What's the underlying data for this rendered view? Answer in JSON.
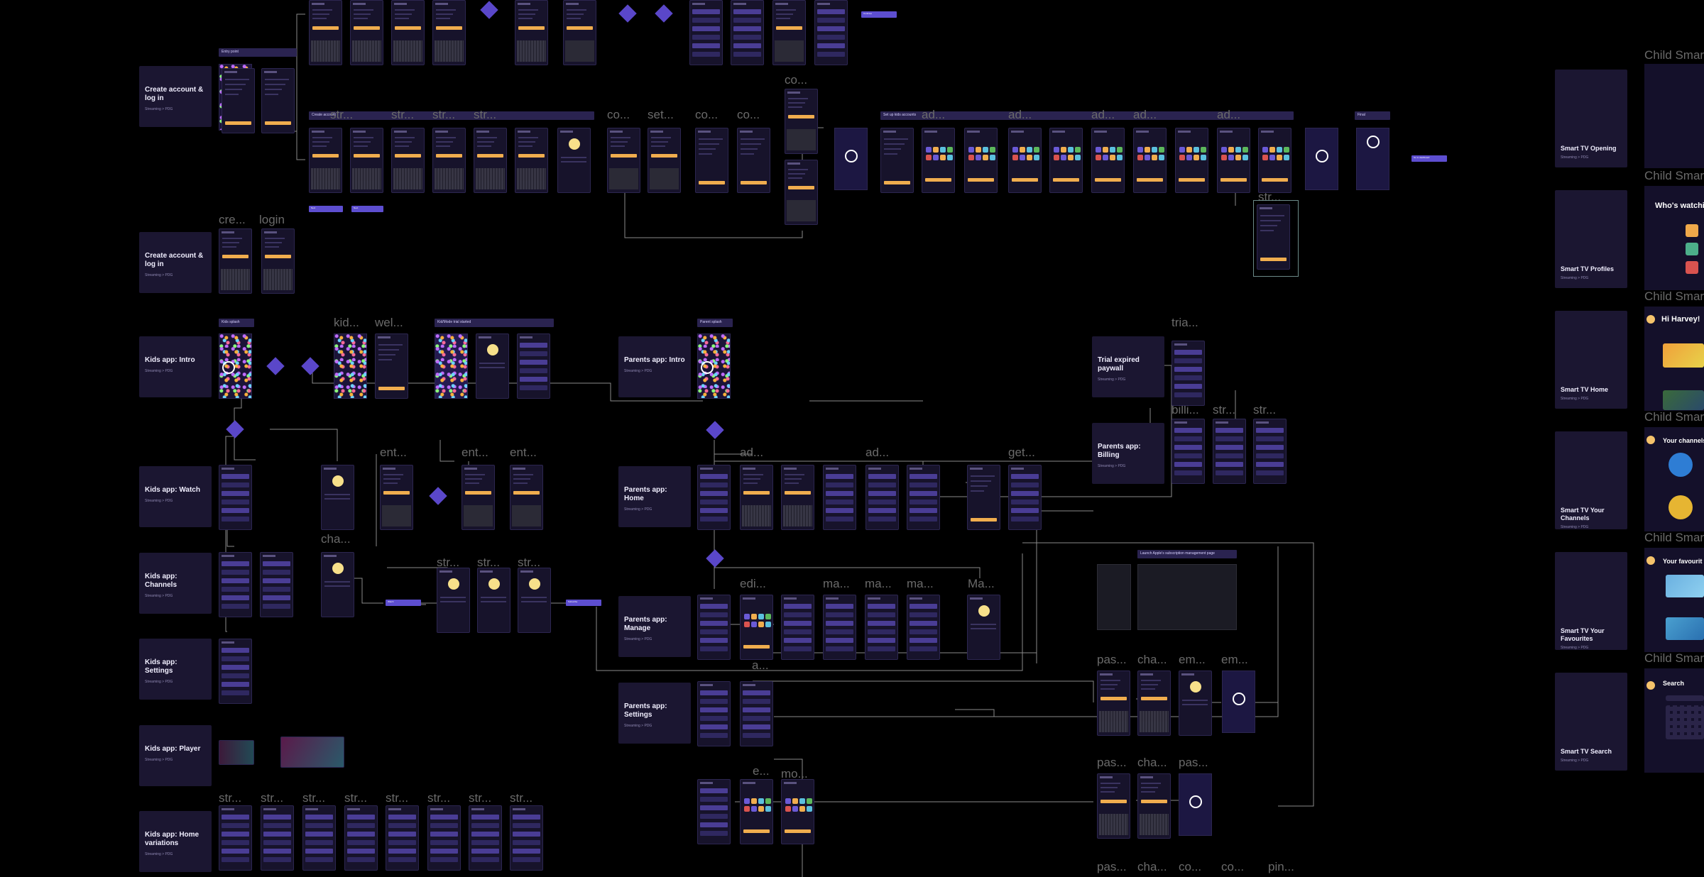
{
  "colors": {
    "background": "#000000",
    "card": "#1b1631",
    "accent": "#5d4ed0",
    "button": "#f0ad4e",
    "stub_text": "#6a6a6a"
  },
  "section_cards": [
    {
      "title": "Create account & log in",
      "subtitle": "Streaming > PDG"
    },
    {
      "title": "Create account & log in",
      "subtitle": "Streaming > PDG"
    },
    {
      "title": "Kids app: Intro",
      "subtitle": "Streaming > PDG"
    },
    {
      "title": "Kids app: Watch",
      "subtitle": "Streaming > PDG"
    },
    {
      "title": "Kids app: Channels",
      "subtitle": "Streaming > PDG"
    },
    {
      "title": "Kids app: Settings",
      "subtitle": "Streaming > PDG"
    },
    {
      "title": "Kids app: Player",
      "subtitle": "Streaming > PDG"
    },
    {
      "title": "Kids app: Home variations",
      "subtitle": "Streaming > PDG"
    },
    {
      "title": "Parents app: Intro",
      "subtitle": "Streaming > PDG"
    },
    {
      "title": "Parents app: Home",
      "subtitle": "Streaming > PDG"
    },
    {
      "title": "Parents app: Manage",
      "subtitle": "Streaming > PDG"
    },
    {
      "title": "Parents app: Settings",
      "subtitle": "Streaming > PDG"
    },
    {
      "title": "Trial expired paywall",
      "subtitle": "Streaming > PDG"
    },
    {
      "title": "Parents app: Billing",
      "subtitle": "Streaming > PDG"
    }
  ],
  "tv_cards": [
    {
      "title": "Smart TV Opening",
      "subtitle": "Streaming > PDG"
    },
    {
      "title": "Smart TV Profiles",
      "subtitle": "Streaming > PDG"
    },
    {
      "title": "Smart TV Home",
      "subtitle": "Streaming > PDG"
    },
    {
      "title": "Smart TV Your Channels",
      "subtitle": "Streaming > PDG"
    },
    {
      "title": "Smart TV Your Favourites",
      "subtitle": "Streaming > PDG"
    },
    {
      "title": "Smart TV Search",
      "subtitle": "Streaming > PDG"
    }
  ],
  "tv_frames": [
    {
      "title": "Child Smart",
      "heading": ""
    },
    {
      "title": "Child Smar",
      "heading": "Who's watching"
    },
    {
      "title": "Child Smar",
      "heading": "Hi Harvey!"
    },
    {
      "title": "Child Smar",
      "heading": "Your channels"
    },
    {
      "title": "Child Smar",
      "heading": "Your favourit"
    },
    {
      "title": "Child Smar",
      "heading": "Search"
    }
  ],
  "group_bars": [
    {
      "text": "Entry point"
    },
    {
      "text": "Create account"
    },
    {
      "text": "Set up kids accounts"
    },
    {
      "text": "Final"
    },
    {
      "text": "Kids splash"
    },
    {
      "text": "Kid/Mode trial started"
    },
    {
      "text": "Parent splash"
    },
    {
      "text": "Launch Apple's subscription management page"
    }
  ],
  "stubs": {
    "row1": [
      "str...",
      "str...",
      "str...",
      "str..."
    ],
    "row1b": [
      "co...",
      "set...",
      "co...",
      "co..."
    ],
    "co_top": "co...",
    "setup": [
      "ad...",
      "ad...",
      "ad...",
      "ad...",
      "ad..."
    ],
    "str_top": "str...",
    "login": [
      "cre...",
      "login"
    ],
    "kids_intro": [
      "kid...",
      "wel..."
    ],
    "ent": [
      "ent...",
      "ent...",
      "ent..."
    ],
    "cha": "cha...",
    "str_mid": [
      "str...",
      "str...",
      "str..."
    ],
    "parents_home": [
      "ad...",
      "ad...",
      "get..."
    ],
    "trial": "tria...",
    "billing": [
      "billi...",
      "str...",
      "str..."
    ],
    "manage": [
      "edi...",
      "ma...",
      "ma...",
      "ma...",
      "Ma..."
    ],
    "manage_a": "a...",
    "settings_e": "e...",
    "settings_mo": "mo...",
    "right_col_1": [
      "pas...",
      "cha...",
      "em...",
      "em..."
    ],
    "right_col_2": [
      "pas...",
      "cha...",
      "pas..."
    ],
    "bottom_right": [
      "pas...",
      "cha...",
      "co...",
      "co...",
      "pin..."
    ],
    "home_variations": [
      "str...",
      "str...",
      "str...",
      "str...",
      "str...",
      "str...",
      "str...",
      "str..."
    ]
  },
  "pills": [
    {
      "text": "Continue"
    },
    {
      "text": "Next"
    },
    {
      "text": "Go to dashboard"
    },
    {
      "text": "Watch"
    },
    {
      "text": "Subscribe"
    }
  ]
}
